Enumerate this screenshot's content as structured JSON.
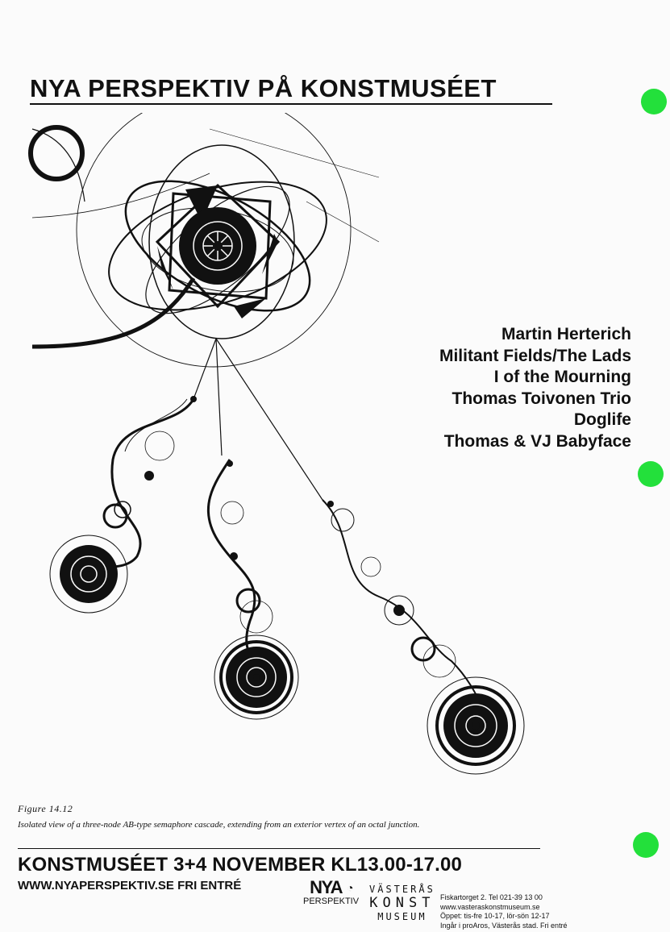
{
  "poster": {
    "title": "NYA PERSPEKTIV PÅ KONSTMUSÉET",
    "artists": [
      "Martin Herterich",
      "Militant Fields/The Lads",
      "I of the Mourning",
      "Thomas Toivonen Trio",
      "Doglife",
      "Thomas & VJ Babyface"
    ],
    "figure_label": "Figure 14.12",
    "figure_caption": "Isolated view of a three-node AB-type semaphore cascade, extending from an exterior vertex of an octal junction.",
    "event_line": "KONSTMUSÉET 3+4 NOVEMBER KL13.00-17.00",
    "website_line": "WWW.NYAPERSPEKTIV.SE FRI ENTRÉ"
  },
  "logos": {
    "nya_perspektiv": {
      "top": "NYA",
      "bottom": "PERSPEKTIV"
    },
    "vasteras_konstmuseum": {
      "line1": "VÄSTERÅS",
      "line2": "KONST",
      "line3": "MUSEUM"
    }
  },
  "contact": {
    "address_phone": "Fiskartorget 2. Tel 021-39 13 00",
    "website": "www.vasteraskonstmuseum.se",
    "hours": "Öppet: tis-fre 10-17, lör-sön 12-17",
    "note": "Ingår i proAros, Västerås stad. Fri entré"
  },
  "colors": {
    "ink": "#111111",
    "paper": "#fbfbfb",
    "registration_dot": "#23e03b"
  }
}
